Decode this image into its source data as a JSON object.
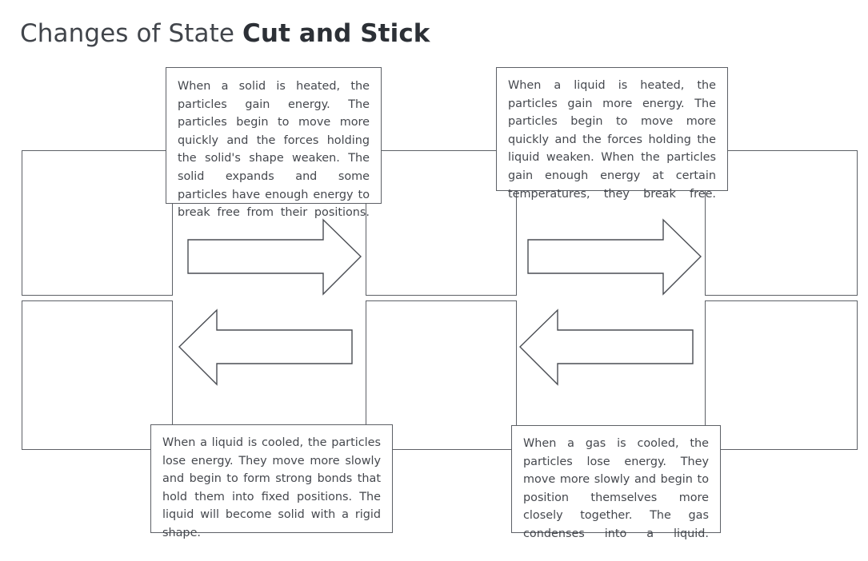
{
  "title": {
    "light_part": "Changes of State ",
    "bold_part": "Cut and Stick"
  },
  "colors": {
    "text": "#45484e",
    "title": "#3b3f45",
    "border": "#5d6066",
    "arrow_stroke": "#4a4d53",
    "background": "#ffffff"
  },
  "text_boxes": [
    {
      "id": "solid-heated",
      "text": "When a solid is heated, the particles gain energy. The particles begin to move more quickly and the forces holding the solid's shape weaken. The solid expands and some particles have enough energy to break free from their positions."
    },
    {
      "id": "liquid-heated",
      "text": "When a liquid is heated, the particles gain more energy. The particles begin to move more quickly and the forces holding the liquid weaken. When the particles gain enough energy at certain temperatures, they break free."
    },
    {
      "id": "liquid-cooled",
      "text": "When a liquid is cooled, the particles lose energy. They move more slowly and begin to form strong bonds that hold them into fixed positions. The liquid will become solid with a rigid shape."
    },
    {
      "id": "gas-cooled",
      "text": "When a gas is cooled, the particles lose energy. They move more slowly and begin to position themselves more closely together. The gas condenses into a liquid."
    }
  ],
  "answer_boxes": [
    {
      "id": "solid-box-top-left",
      "label": ""
    },
    {
      "id": "liquid-box-top-middle",
      "label": ""
    },
    {
      "id": "gas-box-top-right",
      "label": ""
    },
    {
      "id": "solid-box-bottom-left",
      "label": ""
    },
    {
      "id": "liquid-box-bottom-middle",
      "label": ""
    },
    {
      "id": "gas-box-bottom-right",
      "label": ""
    }
  ],
  "arrows": [
    {
      "id": "arrow-melting",
      "direction": "right"
    },
    {
      "id": "arrow-evaporating",
      "direction": "right"
    },
    {
      "id": "arrow-freezing",
      "direction": "left"
    },
    {
      "id": "arrow-condensing",
      "direction": "left"
    }
  ]
}
